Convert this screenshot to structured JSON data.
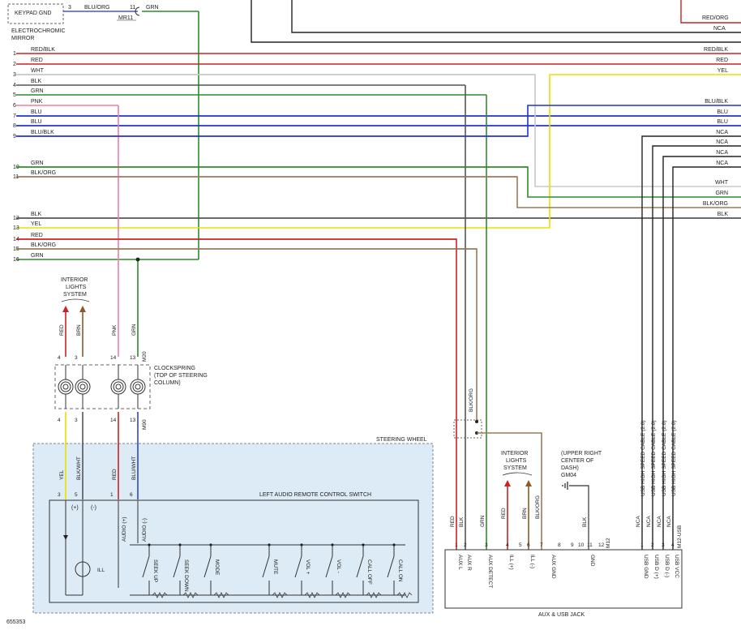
{
  "top": {
    "keypad_label": "KEYPAD GND",
    "pin3": "3",
    "wire_blu_org": "BLU/ORG",
    "pin11": "11",
    "wire_grn": "GRN",
    "connector": "MR11",
    "ecm_label_1": "ELECTROCHROMIC",
    "ecm_label_2": "MIRROR",
    "right_top_1": "RED/ORG",
    "right_top_2": "NCA"
  },
  "left_pins": [
    "1",
    "2",
    "3",
    "4",
    "5",
    "6",
    "7",
    "8",
    "9",
    "10",
    "11",
    "12",
    "13",
    "14",
    "15",
    "16"
  ],
  "wires": [
    {
      "label": "RED/BLK",
      "color": "#cc2222"
    },
    {
      "label": "RED",
      "color": "#cc2222"
    },
    {
      "label": "WHT",
      "color": "#c8c8c8"
    },
    {
      "label": "BLK",
      "color": "#555555"
    },
    {
      "label": "GRN",
      "color": "#2e8b2e"
    },
    {
      "label": "PNK",
      "color": "#f07ca0"
    },
    {
      "label": "BLU",
      "color": "#2233cc"
    },
    {
      "label": "BLU",
      "color": "#2233cc"
    },
    {
      "label": "BLU/BLK",
      "color": "#2233cc"
    },
    {
      "label": "GRN",
      "color": "#2e8b2e"
    },
    {
      "label": "BLK/ORG",
      "color": "#9b7b5a"
    },
    {
      "label": "BLK",
      "color": "#555555"
    },
    {
      "label": "YEL",
      "color": "#e8e000"
    },
    {
      "label": "RED",
      "color": "#cc2222"
    },
    {
      "label": "BLK/ORG",
      "color": "#9b7b5a"
    },
    {
      "label": "GRN",
      "color": "#2e8b2e"
    }
  ],
  "right_labels": [
    "RED/BLK",
    "RED",
    "YEL",
    "BLU/BLK",
    "BLU",
    "BLU",
    "NCA",
    "NCA",
    "NCA",
    "NCA",
    "WHT",
    "GRN",
    "BLK/ORG",
    "BLK"
  ],
  "interior_lights": {
    "l1": "INTERIOR",
    "l2": "LIGHTS",
    "l3": "SYSTEM"
  },
  "clock_wires_top": [
    "RED",
    "BRN",
    "PNK",
    "GRN"
  ],
  "clock_pins_top": [
    "4",
    "3",
    "14",
    "13"
  ],
  "clock_conn_top": "M20",
  "clockspring": {
    "l1": "CLOCKSPRING",
    "l2": "(TOP OF STEERING",
    "l3": "COLUMN)"
  },
  "clock_pins_bot": [
    "4",
    "3",
    "14",
    "13"
  ],
  "clock_conn_bot": "M90",
  "sw_wires": [
    "YEL",
    "BLK/WHT",
    "RED",
    "BLU/WHT"
  ],
  "sw_pins": [
    "3",
    "5",
    "1",
    "6"
  ],
  "steering_wheel": "STEERING WHEEL",
  "left_switch": "LEFT AUDIO REMOTE CONTROL SWITCH",
  "switch_sym": [
    "(+)",
    "(-)"
  ],
  "audio_pins": [
    "AUDIO (+)",
    "AUDIO (-)"
  ],
  "illum": "ILL",
  "buttons": [
    "SEEK UP",
    "SEEK DOWN",
    "MODE",
    "MUTE",
    "VOL +",
    "VOL -",
    "CALL OFF",
    "CALL ON"
  ],
  "blk_org_vert": "BLK/ORG",
  "aux_wires": [
    "RED",
    "BLK",
    "GRN"
  ],
  "aux_int_lights": {
    "l1": "INTERIOR",
    "l2": "LIGHTS",
    "l3": "SYSTEM"
  },
  "aux_int_wires": [
    "RED",
    "BRN"
  ],
  "aux_blk_org": "BLK/ORG",
  "ground": {
    "l1": "(UPPER RIGHT",
    "l2": "CENTER OF",
    "l3": "DASH)",
    "l4": "GM04"
  },
  "gnd_wire": "BLK",
  "aux_pins": [
    "1",
    "2",
    "3",
    "4",
    "5",
    "6",
    "7",
    "8",
    "9",
    "10",
    "11",
    "12"
  ],
  "aux_conn": "M12",
  "aux_funcs": [
    "AUX L",
    "AUX R",
    "AUX DETECT",
    "ILL (+)",
    "ILL (-)",
    "AUX GND",
    "GND"
  ],
  "aux_box_label": "AUX & USB JACK",
  "usb_cables": [
    "USB HIGH SPEED CABLE (2.0)",
    "USB HIGH SPEED CABLE (2.0)",
    "USB HIGH SPEED CABLE (2.0)",
    "USB HIGH SPEED CABLE (2.0)"
  ],
  "usb_nca": [
    "NCA",
    "NCA",
    "NCA",
    "NCA"
  ],
  "usb_pins": [
    "1",
    "2",
    "3",
    "4"
  ],
  "usb_conn": "M12-USB",
  "usb_funcs": [
    "USB GND",
    "USB D (+)",
    "USB D (-)",
    "USB VCC"
  ],
  "figure_id": "655353"
}
